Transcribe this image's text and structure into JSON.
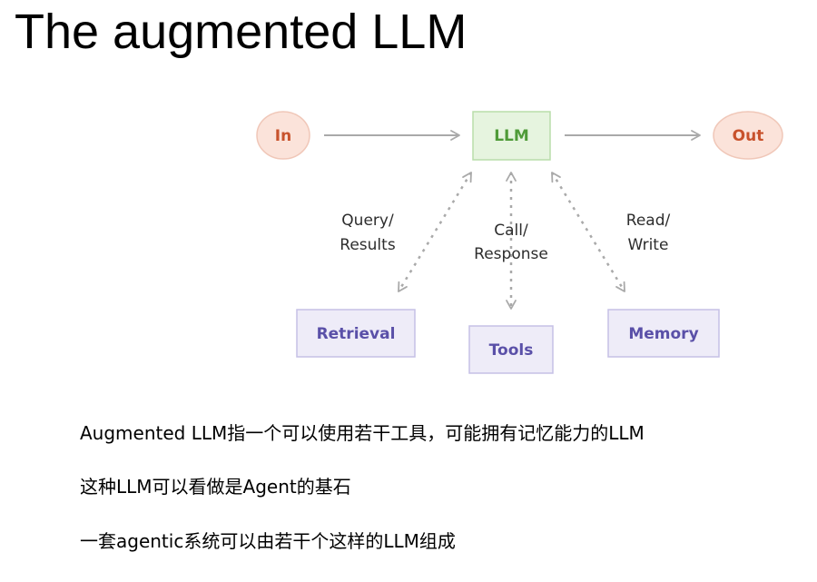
{
  "slide": {
    "title": "The augmented LLM",
    "bullets": [
      "Augmented LLM指一个可以使用若干工具，可能拥有记忆能力的LLM",
      "这种LLM可以看做是Agent的基石",
      "一套agentic系统可以由若干个这样的LLM组成"
    ]
  },
  "diagram": {
    "nodes": {
      "in": "In",
      "llm": "LLM",
      "out": "Out",
      "retrieval": "Retrieval",
      "tools": "Tools",
      "memory": "Memory"
    },
    "edge_labels": {
      "query": "Query/",
      "results": "Results",
      "call": "Call/",
      "response": "Response",
      "read": "Read/",
      "write": "Write"
    }
  },
  "colors": {
    "in_out_fill": "#fbe3da",
    "in_out_stroke": "#f0c7b8",
    "in_out_text": "#c8522c",
    "llm_fill": "#e6f4df",
    "llm_stroke": "#b9ddaa",
    "llm_text": "#4f9b38",
    "tool_fill": "#eeecf8",
    "tool_stroke": "#c5c0e6",
    "tool_text": "#5a50a8",
    "arrow": "#a9a9a9"
  }
}
